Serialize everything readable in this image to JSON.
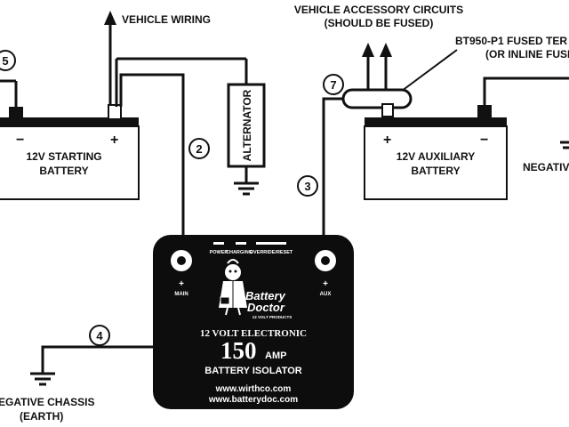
{
  "labels": {
    "vehicle_wiring": "VEHICLE WIRING",
    "accessory_line1": "VEHICLE ACCESSORY CIRCUITS",
    "accessory_line2": "(SHOULD BE FUSED)",
    "fused_terminal_line1": "BT950-P1 FUSED TER",
    "fused_terminal_line2": "(OR INLINE FUSE",
    "negative_right": "NEGATIV",
    "negative_chassis_line1": "EGATIVE CHASSIS",
    "negative_chassis_line2": "(EARTH)",
    "alternator": "ALTERNATOR"
  },
  "batteries": {
    "starting": {
      "line1": "12V STARTING",
      "line2": "BATTERY",
      "neg": "−",
      "pos": "+"
    },
    "auxiliary": {
      "line1": "12V AUXILIARY",
      "line2": "BATTERY",
      "pos": "+",
      "neg": "−"
    }
  },
  "wire_numbers": [
    "5",
    "2",
    "7",
    "3",
    "4"
  ],
  "isolator": {
    "indicators": [
      "POWER",
      "CHARGING",
      "OVERRIDE/RESET"
    ],
    "main_plus": "+",
    "main_label": "MAIN",
    "aux_plus": "+",
    "aux_label": "AUX",
    "brand_line1": "Battery",
    "brand_line2": "Doctor",
    "brand_tag": "12 VOLT PRODUCTS",
    "subtitle": "12 VOLT ELECTRONIC",
    "amp_value": "150",
    "amp_unit": "AMP",
    "title": "BATTERY ISOLATOR",
    "url1": "www.wirthco.com",
    "url2": "www.batterydoc.com"
  }
}
